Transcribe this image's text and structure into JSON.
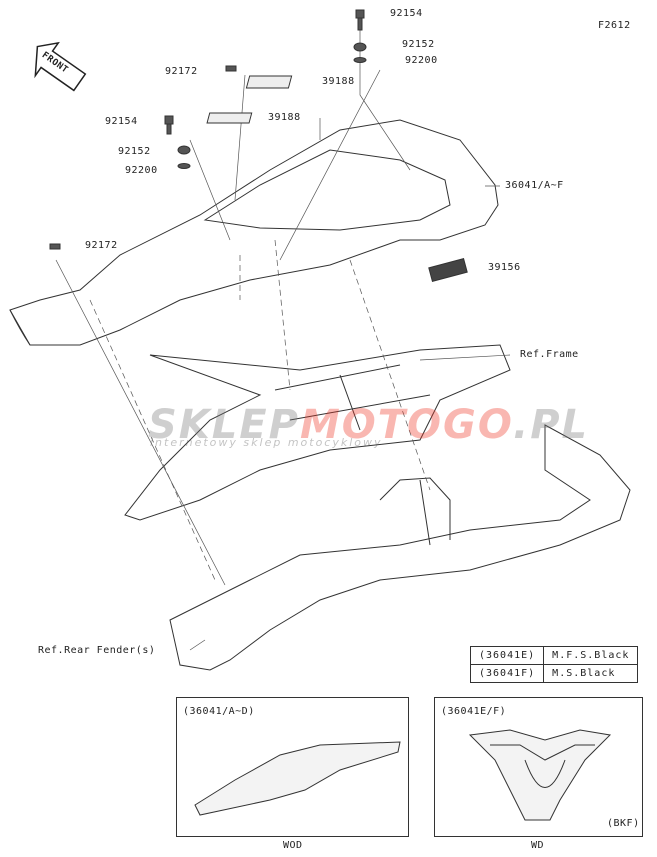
{
  "diagram_code": "F2612",
  "front_marker": "FRONT",
  "callouts": {
    "p92154_top": "92154",
    "p92152_top": "92152",
    "p92200_top": "92200",
    "p92172_top": "92172",
    "p39188_top": "39188",
    "p39188_mid": "39188",
    "p92154_left": "92154",
    "p92152_left": "92152",
    "p92200_left": "92200",
    "p36041": "36041/A~F",
    "p92172_left": "92172",
    "p39156": "39156",
    "ref_frame": "Ref.Frame",
    "ref_rear_fender": "Ref.Rear Fender(s)"
  },
  "legend": [
    {
      "code": "(36041E)",
      "color": "M.F.S.Black"
    },
    {
      "code": "(36041F)",
      "color": "M.S.Black"
    }
  ],
  "insets": [
    {
      "title": "(36041/A~D)",
      "footer": "WOD"
    },
    {
      "title": "(36041E/F)",
      "note": "(BKF)",
      "footer": "WD"
    }
  ],
  "watermark": {
    "main_a": "SKLEP",
    "main_b": "MOTOGO",
    "main_c": ".PL",
    "sub": "internetowy sklep motocyklowy"
  }
}
